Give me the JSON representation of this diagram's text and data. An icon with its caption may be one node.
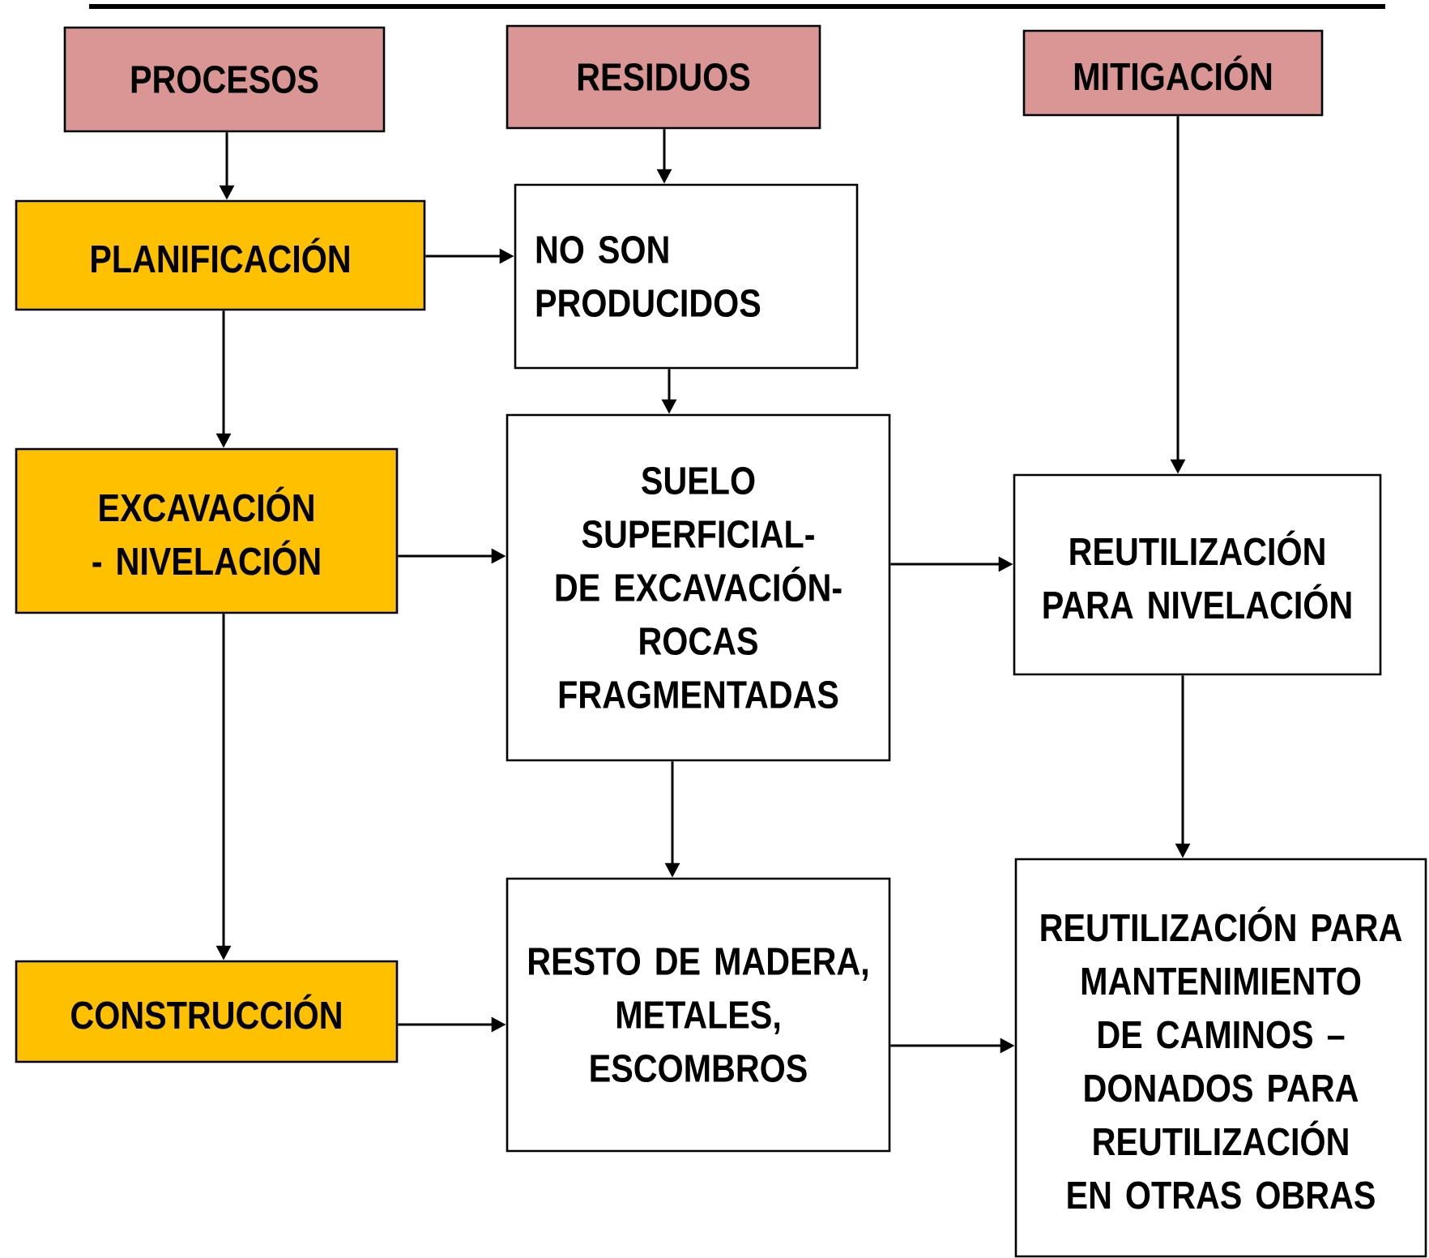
{
  "diagram": {
    "nodes": [
      {
        "text": [
          "PROCESOS"
        ]
      },
      {
        "text": [
          "RESIDUOS"
        ]
      },
      {
        "text": [
          "MITIGACIÓN"
        ]
      },
      {
        "text": [
          "PLANIFICACIÓN"
        ]
      },
      {
        "text": [
          "NO SON PRODUCIDOS"
        ]
      },
      {
        "text": [
          "EXCAVACIÓN - NIVELACIÓN"
        ]
      },
      {
        "text": [
          "SUELO SUPERFICIAL- DE EXCAVACIÓN- ROCAS FRAGMENTADAS"
        ]
      },
      {
        "text": [
          "REUTILIZACIÓN PARA NIVELACIÓN"
        ]
      },
      {
        "text": [
          "CONSTRUCCIÓN"
        ]
      },
      {
        "text": [
          "RESTO DE MADERA, METALES, ESCOMBROS"
        ]
      },
      {
        "text": [
          "REUTILIZACIÓN PARA MANTENIMIENTO DE CAMINOS – DONADOS PARA REUTILIZACIÓN EN OTRAS OBRAS"
        ]
      }
    ],
    "edges": [
      {
        "from": 0,
        "to": 3,
        "arrow": "to"
      },
      {
        "from": 1,
        "to": 4,
        "arrow": "to"
      },
      {
        "from": 3,
        "to": 4,
        "arrow": "to"
      },
      {
        "from": 3,
        "to": 5,
        "arrow": "to"
      },
      {
        "from": 4,
        "to": 6,
        "arrow": "to"
      },
      {
        "from": 2,
        "to": 7,
        "arrow": "to"
      },
      {
        "from": 5,
        "to": 6,
        "arrow": "to"
      },
      {
        "from": 6,
        "to": 7,
        "arrow": "to"
      },
      {
        "from": 5,
        "to": 8,
        "arrow": "to"
      },
      {
        "from": 6,
        "to": 9,
        "arrow": "to"
      },
      {
        "from": 7,
        "to": 10,
        "arrow": "to"
      },
      {
        "from": 8,
        "to": 9,
        "arrow": "to"
      },
      {
        "from": 9,
        "to": 10,
        "arrow": "to"
      }
    ]
  }
}
